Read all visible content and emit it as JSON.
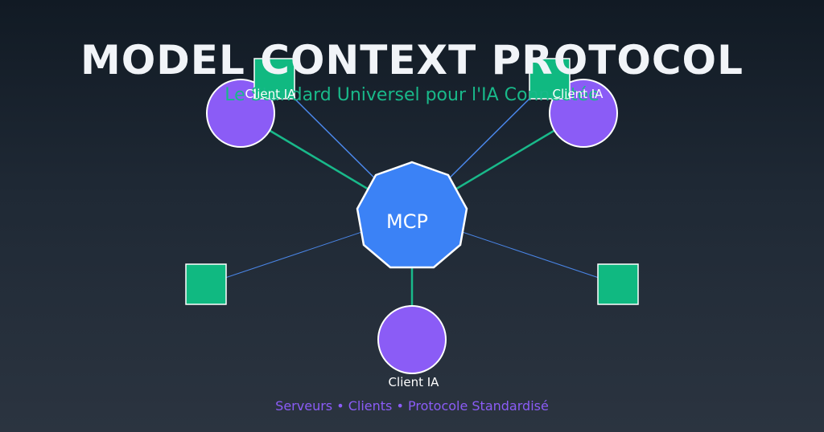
{
  "title": "MODEL CONTEXT PROTOCOL",
  "subtitle": "Le Standard Universel pour l'IA Connectée",
  "hub": {
    "label": "MCP"
  },
  "clients": [
    {
      "label": "Client IA"
    },
    {
      "label": "Client IA"
    },
    {
      "label": "Client IA"
    }
  ],
  "servers_count_note": "",
  "footer": "Serveurs • Clients • Protocole Standardisé",
  "colors": {
    "background_top": "#111a24",
    "background_bottom": "#2b3440",
    "title": "#f1f4f8",
    "subtitle": "#19b98a",
    "hub_fill": "#3b82f6",
    "client_fill": "#8b5cf6",
    "server_fill": "#10b981",
    "client_link": "#19b98a",
    "server_link": "#4a86e8",
    "footer": "#8b5cf6",
    "stroke": "#ffffff"
  }
}
